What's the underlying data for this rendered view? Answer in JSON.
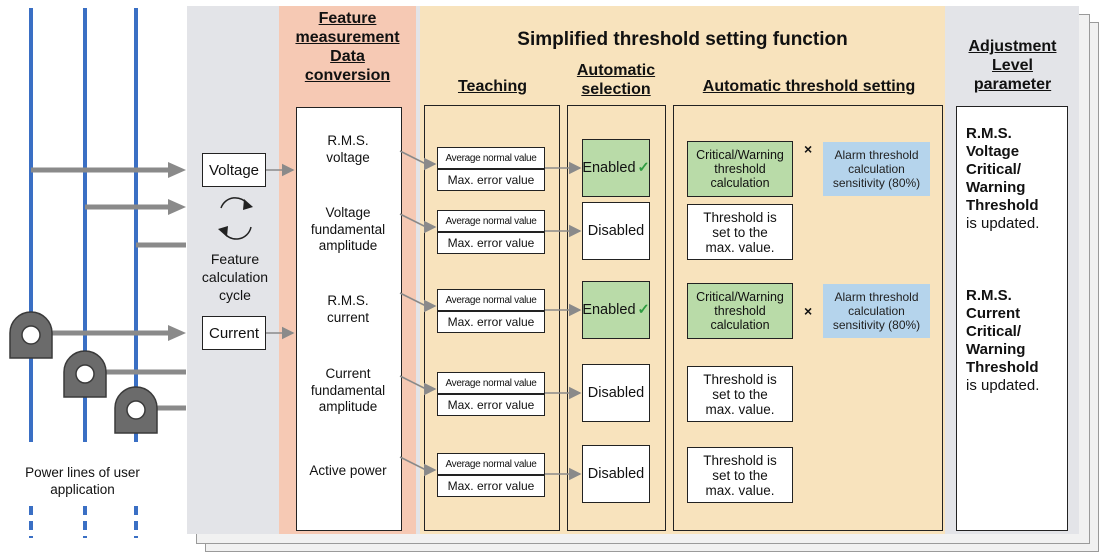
{
  "headers": {
    "feature_measurement": [
      "Feature",
      "measurement",
      "Data",
      "conversion"
    ],
    "simplified": "Simplified threshold setting function",
    "teaching": "Teaching",
    "automatic_selection": [
      "Automatic",
      "selection"
    ],
    "automatic_threshold": "Automatic threshold setting",
    "adjustment": [
      "Adjustment",
      "Level",
      "parameter"
    ]
  },
  "inputs": {
    "voltage": "Voltage",
    "current": "Current",
    "cycle": [
      "Feature",
      "calculation",
      "cycle"
    ]
  },
  "power_lines_label": [
    "Power lines of user",
    "application"
  ],
  "rows": [
    {
      "feature": [
        "R.M.S.",
        "voltage"
      ],
      "avg": "Average normal value",
      "max": "Max. error value",
      "selection": "Enabled",
      "enabled": true,
      "threshold": [
        "Critical/Warning",
        "threshold",
        "calculation"
      ],
      "sensitivity": [
        "Alarm threshold",
        "calculation",
        "sensitivity (80%)"
      ]
    },
    {
      "feature": [
        "Voltage",
        "fundamental",
        "amplitude"
      ],
      "avg": "Average normal value",
      "max": "Max. error value",
      "selection": "Disabled",
      "enabled": false,
      "threshold": [
        "Threshold is",
        "set to the",
        "max. value."
      ]
    },
    {
      "feature": [
        "R.M.S.",
        "current"
      ],
      "avg": "Average normal value",
      "max": "Max. error value",
      "selection": "Enabled",
      "enabled": true,
      "threshold": [
        "Critical/Warning",
        "threshold",
        "calculation"
      ],
      "sensitivity": [
        "Alarm threshold",
        "calculation",
        "sensitivity (80%)"
      ]
    },
    {
      "feature": [
        "Current",
        "fundamental",
        "amplitude"
      ],
      "avg": "Average normal value",
      "max": "Max. error value",
      "selection": "Disabled",
      "enabled": false,
      "threshold": [
        "Threshold is",
        "set to the",
        "max. value."
      ]
    },
    {
      "feature": [
        "Active power"
      ],
      "avg": "Average normal value",
      "max": "Max. error value",
      "selection": "Disabled",
      "enabled": false,
      "threshold": [
        "Threshold is",
        "set to the",
        "max. value."
      ]
    }
  ],
  "times_symbol": "×",
  "adjustment_results": [
    {
      "bold": [
        "R.M.S.",
        "Voltage",
        "Critical/",
        "Warning",
        "Threshold"
      ],
      "tail": "is updated."
    },
    {
      "bold": [
        "R.M.S.",
        "Current",
        "Critical/",
        "Warning",
        "Threshold"
      ],
      "tail": "is updated."
    }
  ],
  "colors": {
    "feature_column": "#f6c9b4",
    "simplified_column": "#f8e3bd",
    "panel": "#e3e4e8",
    "enabled_green": "#b9dba8",
    "sensitivity_blue": "#b5d4ec",
    "power_line": "#3a6fc4",
    "arrow": "#8a8a8a",
    "sensor": "#6b6b6b",
    "check": "#2f9c42"
  }
}
